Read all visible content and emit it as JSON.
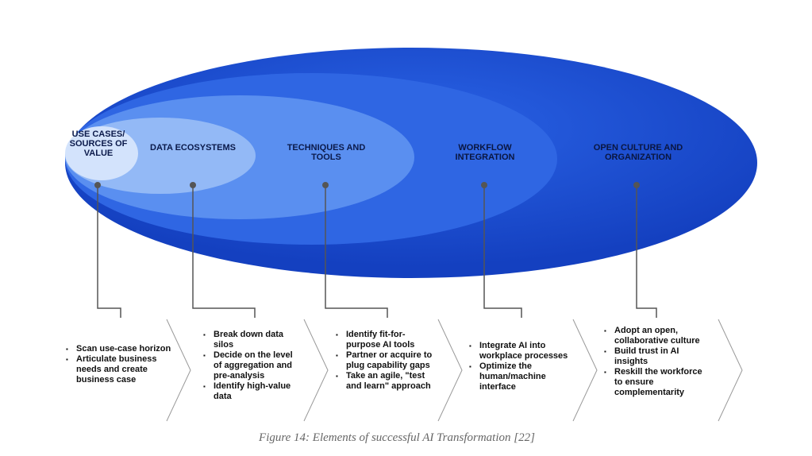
{
  "colors": {
    "outer": "#1b4fd4",
    "level4": "#2f66e3",
    "level3": "#4d86ee",
    "level2": "#8fb6f5",
    "level1": "#cfe0fb"
  },
  "elements": [
    {
      "label": "Use cases/ sources of value",
      "bullets": [
        "Scan use-case horizon",
        "Articulate business needs and create business case"
      ]
    },
    {
      "label": "Data ecosystems",
      "bullets": [
        "Break down data silos",
        "Decide on the level of aggregation and pre-analysis",
        "Identify high-value data"
      ]
    },
    {
      "label": "Techniques and tools",
      "bullets": [
        "Identify fit-for-purpose AI tools",
        "Partner or acquire to plug capability gaps",
        "Take an agile, \"test and learn\" approach"
      ]
    },
    {
      "label": "Workflow integration",
      "bullets": [
        "Integrate AI into workplace processes",
        "Optimize the human/machine interface"
      ]
    },
    {
      "label": "Open culture and organization",
      "bullets": [
        "Adopt an open, collaborative culture",
        "Build trust in AI insights",
        "Reskill the workforce to ensure complementarity"
      ]
    }
  ],
  "caption": "Figure 14: Elements of successful AI Transformation [22]"
}
